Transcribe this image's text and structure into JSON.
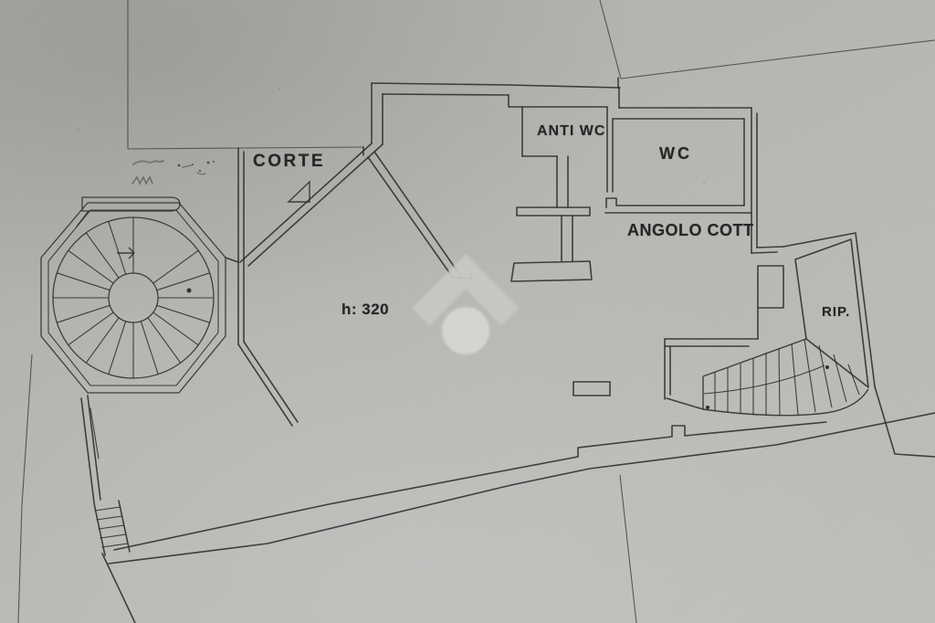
{
  "plan": {
    "labels": {
      "corte": "CORTE",
      "anti_wc": "ANTI WC",
      "wc": "WC",
      "angolo_cott": "ANGOLO COTT",
      "rip": "RIP.",
      "height_note": "h: 320"
    },
    "colors": {
      "paper": "#b4b6b2",
      "ink": "#2b2b2b",
      "parcel_line": "#3f3f3f",
      "watermark_roof": "#c7c9c5",
      "watermark_circle": "#d6d8d4"
    },
    "watermark": {
      "icon": "house-logo"
    }
  }
}
